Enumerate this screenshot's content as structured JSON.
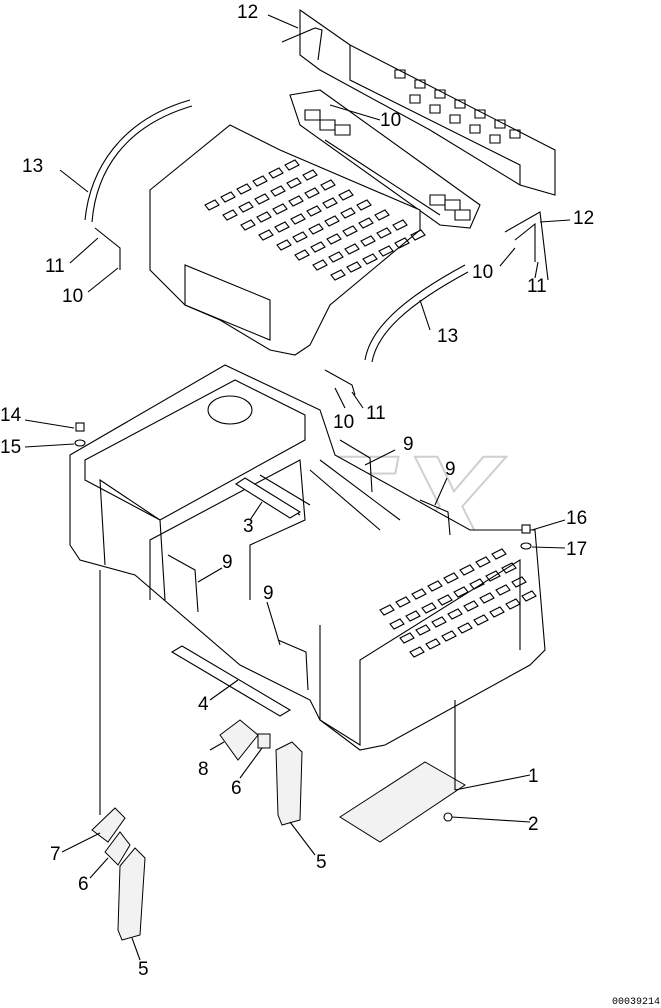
{
  "diagram": {
    "watermark": "OPEX",
    "image_code": "00039214",
    "callouts": [
      {
        "id": "c-12a",
        "text": "12"
      },
      {
        "id": "c-10a",
        "text": "10"
      },
      {
        "id": "c-13a",
        "text": "13"
      },
      {
        "id": "c-11a",
        "text": "11"
      },
      {
        "id": "c-10b",
        "text": "10"
      },
      {
        "id": "c-12b",
        "text": "12"
      },
      {
        "id": "c-10c",
        "text": "10"
      },
      {
        "id": "c-11b",
        "text": "11"
      },
      {
        "id": "c-13b",
        "text": "13"
      },
      {
        "id": "c-10d",
        "text": "10"
      },
      {
        "id": "c-11c",
        "text": "11"
      },
      {
        "id": "c-14",
        "text": "14"
      },
      {
        "id": "c-15",
        "text": "15"
      },
      {
        "id": "c-9a",
        "text": "9"
      },
      {
        "id": "c-9b",
        "text": "9"
      },
      {
        "id": "c-3",
        "text": "3"
      },
      {
        "id": "c-16",
        "text": "16"
      },
      {
        "id": "c-17",
        "text": "17"
      },
      {
        "id": "c-9c",
        "text": "9"
      },
      {
        "id": "c-9d",
        "text": "9"
      },
      {
        "id": "c-4",
        "text": "4"
      },
      {
        "id": "c-8",
        "text": "8"
      },
      {
        "id": "c-6a",
        "text": "6"
      },
      {
        "id": "c-1",
        "text": "1"
      },
      {
        "id": "c-2",
        "text": "2"
      },
      {
        "id": "c-5a",
        "text": "5"
      },
      {
        "id": "c-7",
        "text": "7"
      },
      {
        "id": "c-6b",
        "text": "6"
      },
      {
        "id": "c-5b",
        "text": "5"
      }
    ]
  }
}
